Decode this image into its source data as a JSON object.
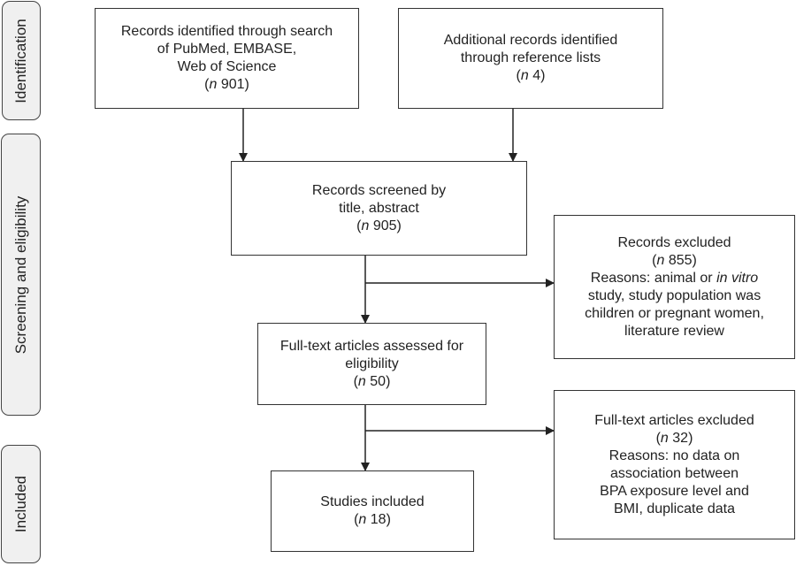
{
  "diagram": {
    "type": "flowchart",
    "subject": "PRISMA study selection"
  },
  "phases": [
    {
      "id": "identification",
      "label": "Identification"
    },
    {
      "id": "screening",
      "label": "Screening and eligibility"
    },
    {
      "id": "included",
      "label": "Included"
    }
  ],
  "boxes": {
    "search": {
      "lines": [
        "Records identified through search",
        "of PubMed, EMBASE,",
        "Web of Science"
      ],
      "n_prefix": "(",
      "n_label": "n",
      "n_value": " 901)"
    },
    "additional": {
      "lines": [
        "Additional records identified",
        "through reference lists"
      ],
      "n_prefix": "(",
      "n_label": "n",
      "n_value": " 4)"
    },
    "screened": {
      "lines": [
        "Records screened by",
        "title, abstract"
      ],
      "n_prefix": "(",
      "n_label": "n",
      "n_value": " 905)"
    },
    "excluded": {
      "title": "Records excluded",
      "n_prefix": "(",
      "n_label": "n",
      "n_value": " 855)",
      "reasons_pre": "Reasons: animal or ",
      "reasons_italic": "in vitro",
      "reasons_lines": [
        "study, study population was",
        "children or pregnant women,",
        "literature review"
      ]
    },
    "fulltext": {
      "lines": [
        "Full-text articles assessed for",
        "eligibility"
      ],
      "n_prefix": "(",
      "n_label": "n",
      "n_value": " 50)"
    },
    "fulltext_excluded": {
      "title": "Full-text articles excluded",
      "n_prefix": "(",
      "n_label": "n",
      "n_value": " 32)",
      "reasons_lines": [
        "Reasons: no data on",
        "association between",
        "BPA exposure level and",
        "BMI, duplicate data"
      ]
    },
    "included": {
      "lines": [
        "Studies included"
      ],
      "n_prefix": "(",
      "n_label": "n",
      "n_value": " 18)"
    }
  },
  "edges": [
    {
      "from": "search",
      "to": "screened"
    },
    {
      "from": "additional",
      "to": "screened"
    },
    {
      "from": "screened",
      "to": "fulltext"
    },
    {
      "from": "screened",
      "to": "excluded"
    },
    {
      "from": "fulltext",
      "to": "included"
    },
    {
      "from": "fulltext",
      "to": "fulltext_excluded"
    }
  ]
}
